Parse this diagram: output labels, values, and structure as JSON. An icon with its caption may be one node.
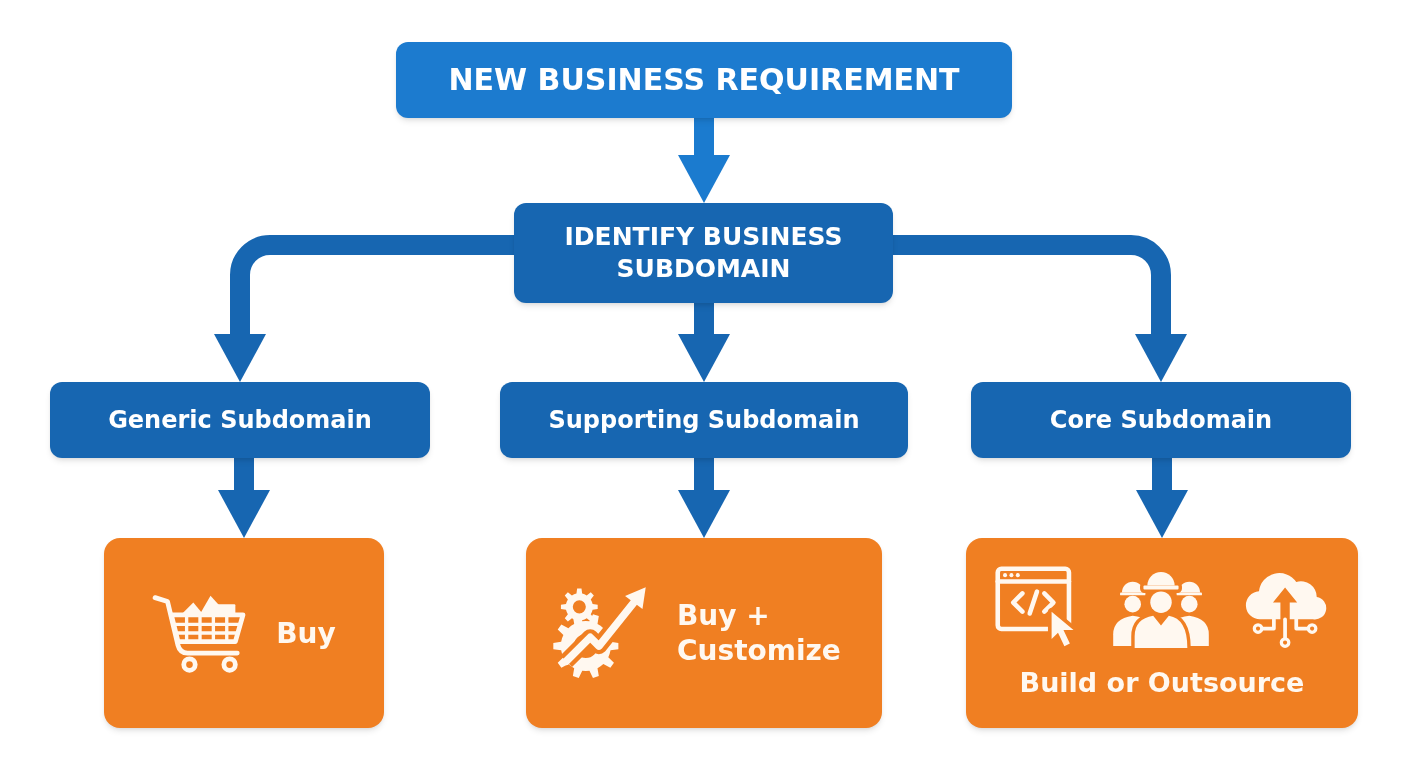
{
  "diagram": {
    "nodes": [
      {
        "text": [
          "NEW BUSINESS REQUIREMENT"
        ]
      },
      {
        "text": [
          "IDENTIFY BUSINESS SUBDOMAIN"
        ]
      },
      {
        "text": [
          "Generic Subdomain"
        ]
      },
      {
        "text": [
          "Supporting Subdomain"
        ]
      },
      {
        "text": [
          "Core Subdomain"
        ]
      },
      {
        "text": [
          "Buy"
        ]
      },
      {
        "text": [
          "Buy + Customize"
        ]
      },
      {
        "text": [
          "Build or Outsource"
        ]
      }
    ],
    "edges": [
      {
        "from": 0,
        "to": 1,
        "arrow": "to",
        "color": "#1b7bcf"
      },
      {
        "from": 1,
        "to": 2,
        "arrow": "to"
      },
      {
        "from": 1,
        "to": 3,
        "arrow": "to"
      },
      {
        "from": 1,
        "to": 4,
        "arrow": "to"
      },
      {
        "from": 2,
        "to": 5,
        "arrow": "to"
      },
      {
        "from": 3,
        "to": 6,
        "arrow": "to"
      },
      {
        "from": 4,
        "to": 7,
        "arrow": "to"
      }
    ]
  }
}
